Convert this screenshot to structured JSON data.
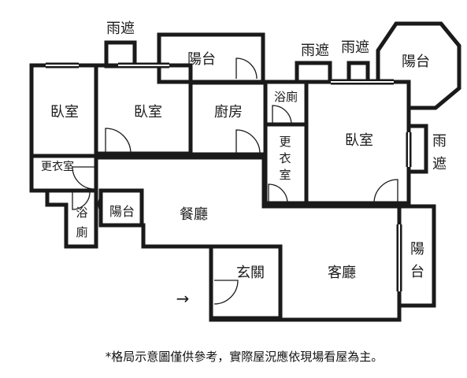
{
  "rooms": {
    "bedroom_left": "臥室",
    "bedroom_center": "臥室",
    "kitchen": "廚房",
    "bath_top": "浴廁",
    "closet_mid": [
      "更",
      "衣",
      "室"
    ],
    "bedroom_master": "臥室",
    "closet_left": "更衣室",
    "bath_left": [
      "浴",
      "廁"
    ],
    "balcony_left": "陽台",
    "dining": "餐廳",
    "entrance": "玄關",
    "living": "客廳",
    "balcony_right": [
      "陽",
      "台"
    ],
    "balcony_top": "陽台",
    "balcony_top_right": "陽台",
    "awning_top_left": "雨遮",
    "awning_top_mid1": "雨遮",
    "awning_top_mid2": "雨遮",
    "awning_right": [
      "雨",
      "遮"
    ]
  },
  "entry_arrow": "→",
  "disclaimer": "*格局示意圖僅供參考，實際屋況應依現場看屋為主。"
}
